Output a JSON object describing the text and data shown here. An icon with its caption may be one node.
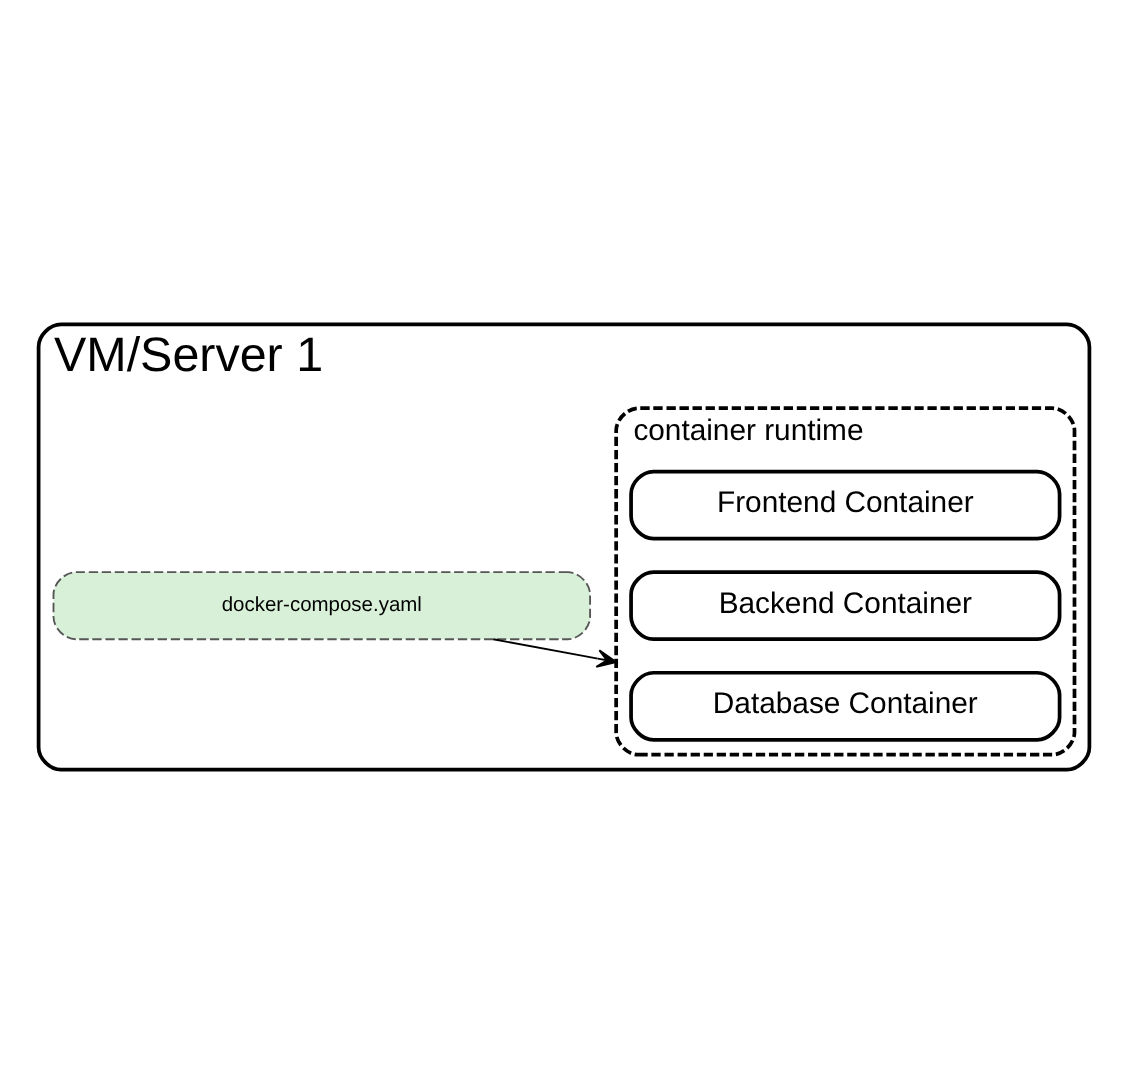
{
  "diagram": {
    "nodes": [
      {
        "text": [
          "VM/Server 1"
        ]
      },
      {
        "text": [
          "container runtime"
        ],
        "in": 0
      },
      {
        "text": [
          "Frontend Container"
        ],
        "in": 1
      },
      {
        "text": [
          "Backend Container"
        ],
        "in": 1
      },
      {
        "text": [
          "Database Container"
        ],
        "in": 1
      },
      {
        "text": [
          "docker-compose.yaml"
        ],
        "in": 0
      }
    ],
    "edges": [
      {
        "from": 5,
        "to": 1,
        "arrow": "to"
      }
    ]
  }
}
